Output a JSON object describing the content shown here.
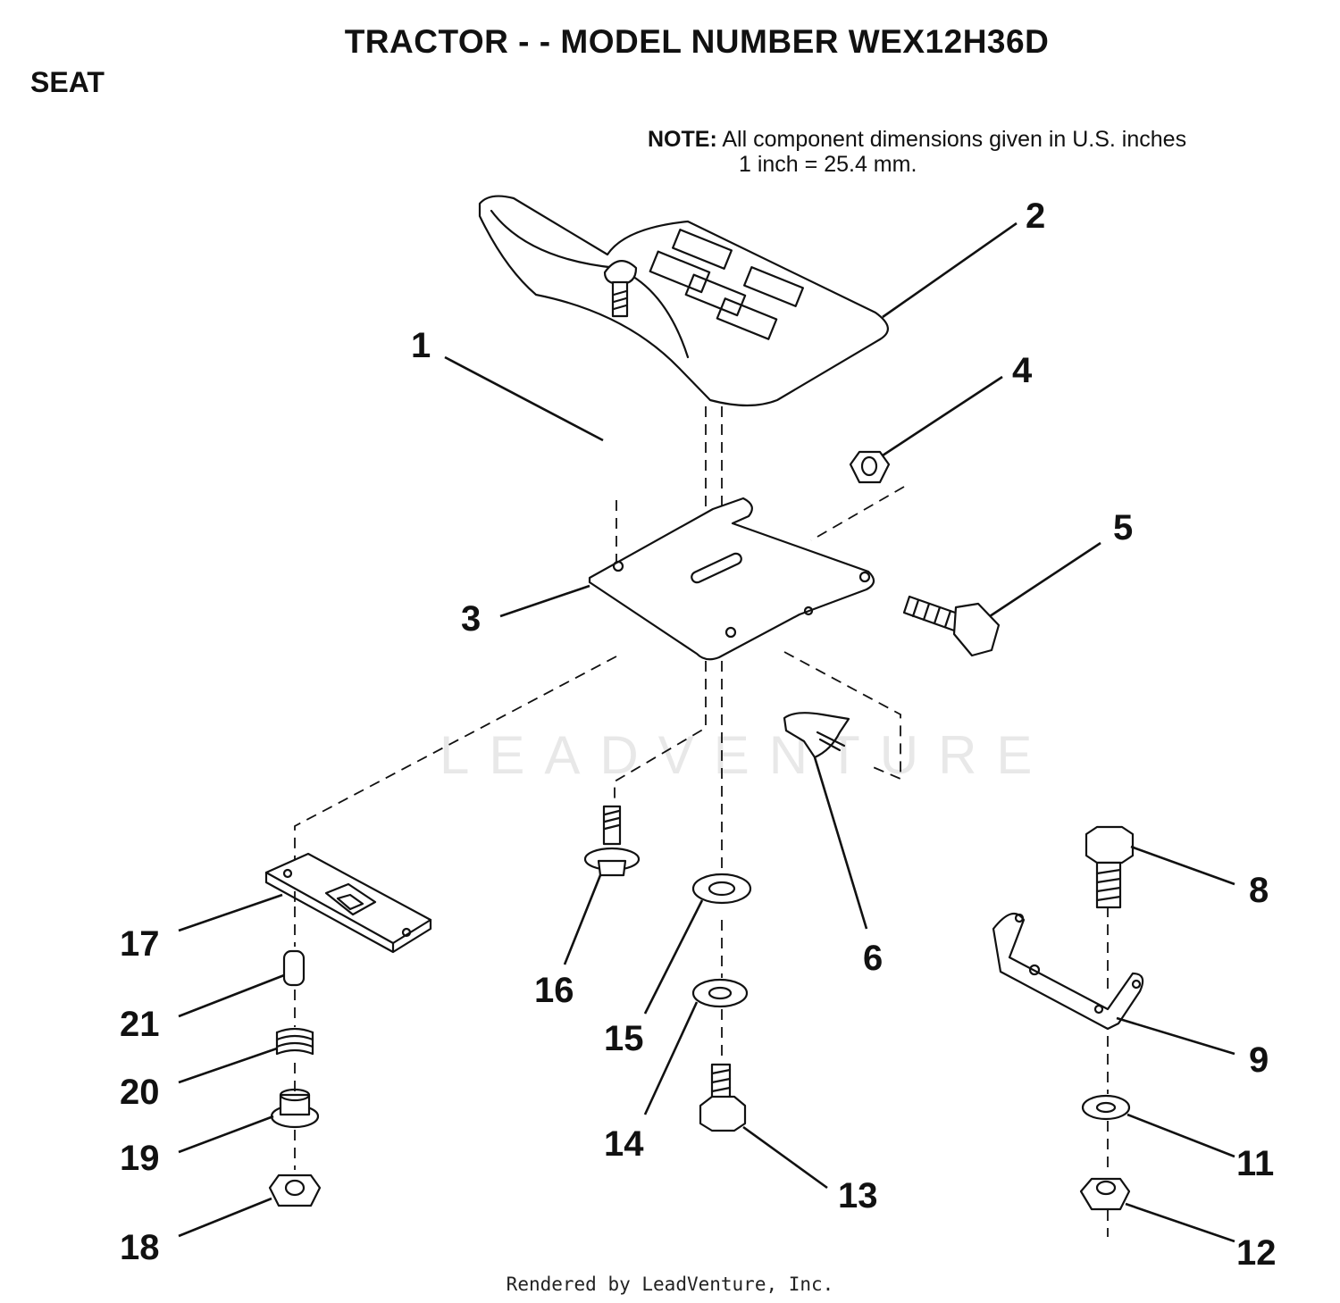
{
  "header": {
    "title": "TRACTOR - - MODEL NUMBER WEX12H36D",
    "section": "SEAT"
  },
  "note": {
    "label": "NOTE:",
    "line1": "All component dimensions given in U.S. inches",
    "line2": "1 inch = 25.4 mm."
  },
  "callouts": {
    "c1": "1",
    "c2": "2",
    "c3": "3",
    "c4": "4",
    "c5": "5",
    "c6": "6",
    "c8": "8",
    "c9": "9",
    "c11": "11",
    "c12": "12",
    "c13": "13",
    "c14": "14",
    "c15": "15",
    "c16": "16",
    "c17": "17",
    "c18": "18",
    "c19": "19",
    "c20": "20",
    "c21": "21"
  },
  "watermark": "LEADVENTURE",
  "footer": "Rendered by LeadVenture, Inc."
}
